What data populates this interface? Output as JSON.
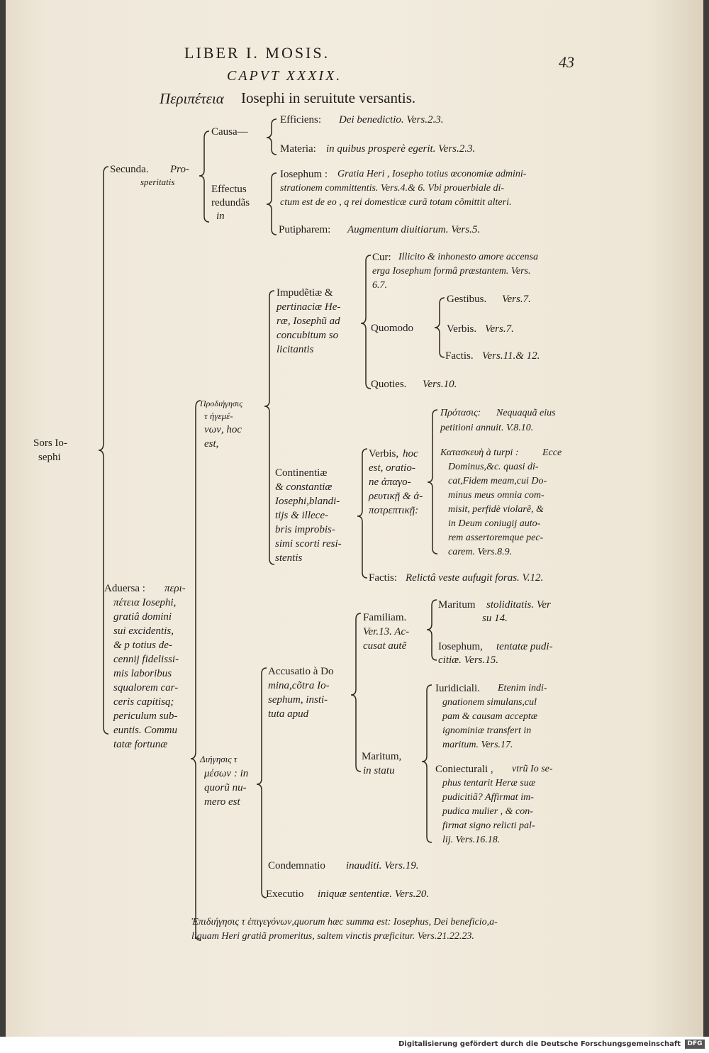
{
  "header": {
    "running_title": "LIBER I. MOSIS.",
    "page_number": "43",
    "chapter": "CAPVT XXXIX.",
    "title_greek": "Περιπέτεια",
    "title_latin": "Iosephi in seruitute versantis."
  },
  "tree": {
    "root": [
      "Sors Io-",
      "sephi"
    ],
    "secunda": {
      "label_a": "Secunda.",
      "label_b": "Pro-",
      "label_c": "speritatis",
      "causa": {
        "label": "Causa—",
        "efficiens_label": "Efficiens:",
        "efficiens_text": "Dei benedictio. Vers.2.3.",
        "materia_label": "Materia:",
        "materia_text": "in quibus prosperè egerit. Vers.2.3."
      },
      "effectus": {
        "label": [
          "Effectus",
          "redundãs",
          "in"
        ],
        "iosephum_label": "Iosephum :",
        "iosephum_lines": [
          "Gratia Heri , Iosepho totius œconomiæ admini-",
          "strationem committentis. Vers.4.& 6. Vbi prouerbiale di-",
          "ctum est de eo , q rei domesticæ curã totam cõmittit alteri."
        ],
        "putipharem_label": "Putipharem:",
        "putipharem_text": "Augmentum diuitiarum. Vers.5."
      }
    },
    "prodiegesis": {
      "label": [
        "Προδιήγησις",
        "τ ἡγεμέ-",
        "νων, hoc",
        "est,"
      ],
      "impudentia": {
        "label": "Impudẽtiæ &",
        "lines": [
          "pertinaciæ He-",
          "ræ, Iosephũ ad",
          "concubitum so",
          "licitantis"
        ],
        "cur_label": "Cur:",
        "cur_lines": [
          "Illicito & inhonesto amore accensa",
          "erga Iosephum formâ præstantem. Vers.",
          "6.7."
        ],
        "quomodo_label": "Quomodo",
        "gestibus": "Gestibus.",
        "gestibus_ref": "Vers.7.",
        "verbis": "Verbis.",
        "verbis_ref": "Vers.7.",
        "factis": "Factis.",
        "factis_ref": "Vers.11.& 12.",
        "quoties": "Quoties.",
        "quoties_ref": "Vers.10."
      },
      "continentia": {
        "label": "Continentiæ",
        "lines": [
          "& constantiæ",
          "Iosephi,blandi-",
          "tijs & illece-",
          "bris improbis-",
          "simi scorti resi-",
          "stentis"
        ],
        "verbis_label": "Verbis,",
        "verbis_lines": [
          "hoc",
          "est, oratio-",
          "ne ἀπαγο-",
          "ρευτικῇ & ἀ-",
          "ποτρεπτικῇ:"
        ],
        "protasis_label": "Πρότασις:",
        "protasis_lines": [
          "Nequaquã eius",
          "petitioni annuit. V.8.10."
        ],
        "kataskeue_label": "Κατασκευὴ à turpi :",
        "kataskeue_lines": [
          "Ecce",
          "Dominus,&c. quasi di-",
          "cat,Fidem meam,cui Do-",
          "minus meus omnia com-",
          "misit, perfidè violarẽ, &",
          "in Deum coniugij auto-",
          "rem assertoremque pec-",
          "carem. Vers.8.9."
        ],
        "factis_label": "Factis:",
        "factis_text": "Relictâ veste aufugit foras. V.12."
      }
    },
    "aduersa": {
      "label": "Aduersa :",
      "greek": "περι-",
      "lines": [
        "πέτεια Iosephi,",
        "gratiâ domini",
        "sui excidentis,",
        "& p totius de-",
        "cennij fidelissi-",
        "mis laboribus",
        "squalorem car-",
        "ceris capitisq;",
        "periculum sub-",
        "euntis. Commu",
        "tatæ fortunæ"
      ]
    },
    "diegesis": {
      "label": [
        "Διήγησις τ",
        "μέσων : in",
        "quorũ nu-",
        "mero est"
      ],
      "accusatio": {
        "label": "Accusatio à Do",
        "lines": [
          "mina,cõtra Io-",
          "sephum, insti-",
          "tuta apud"
        ],
        "familiam_label": "Familiam.",
        "familiam_lines": [
          "Ver.13. Ac-",
          "cusat autẽ"
        ],
        "maritum_stol_label": "Maritum",
        "maritum_stol_lines": [
          "stoliditatis. Ver",
          "su 14."
        ],
        "iosephum_label": "Iosephum,",
        "iosephum_lines": [
          "tentatæ pudi-",
          "citiæ. Vers.15."
        ],
        "maritum_label": "Maritum,",
        "maritum_sub": "in statu",
        "iuridiciali_label": "Iuridiciali.",
        "iuridiciali_lines": [
          "Etenim indi-",
          "gnationem simulans,cul",
          "pam & causam acceptæ",
          "ignominiæ transfert in",
          "maritum. Vers.17."
        ],
        "coniecturali_label": "Coniecturali ,",
        "coniecturali_lines": [
          "vtrũ Io se-",
          "phus tentarit Heræ suæ",
          "pudicitiã? Affirmat im-",
          "pudica mulier , & con-",
          "firmat signo relicti pal-",
          "lij. Vers.16.18."
        ]
      },
      "condemnatio_label": "Condemnatio",
      "condemnatio_text": "inauditi. Vers.19.",
      "executio_label": "Executio",
      "executio_text": "iniquæ sententiæ. Vers.20."
    },
    "epidiegesis": {
      "line1": "Ἐπιδιήγησις τ ἐπιγεγόνων,quorum hæc summa est: Iosephus, Dei beneficio,a-",
      "line2": "liquam Heri gratiã promeritus, saltem vinctis præficitur. Vers.21.22.23."
    }
  },
  "footer": {
    "credit": "Digitalisierung gefördert durch die Deutsche Forschungsgemeinschaft",
    "logo": "DFG"
  }
}
